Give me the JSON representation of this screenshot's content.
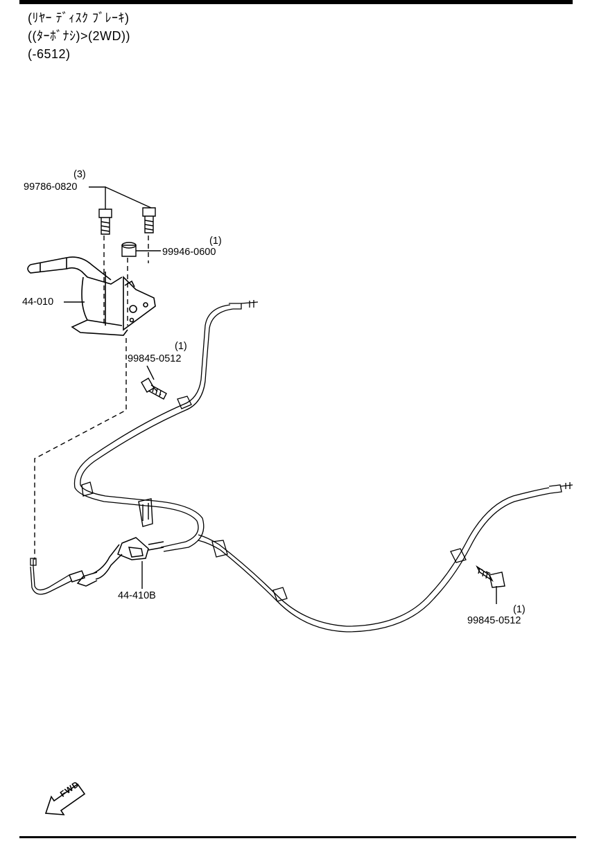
{
  "header": {
    "line1": "(ﾘﾔｰ ﾃﾞｨｽｸ ﾌﾞﾚｰｷ)",
    "line2": "((ﾀｰﾎﾞﾅｼ)>(2WD))",
    "line3": "(-6512)"
  },
  "callouts": [
    {
      "part": "99786-0820",
      "qty": "(3)"
    },
    {
      "part": "99946-0600",
      "qty": "(1)"
    },
    {
      "part": "44-010",
      "qty": ""
    },
    {
      "part": "99845-0512",
      "qty": "(1)"
    },
    {
      "part": "44-410B",
      "qty": ""
    },
    {
      "part": "99845-0512",
      "qty": "(1)"
    }
  ],
  "fwd_label": "FWD"
}
